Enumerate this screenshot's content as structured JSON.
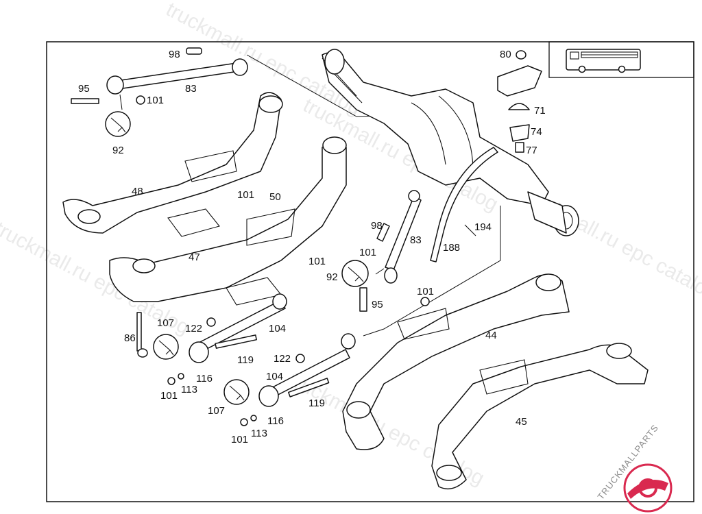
{
  "diagram": {
    "labels": {
      "l98a": "98",
      "l83a": "83",
      "l95a": "95",
      "l101a": "101",
      "l92a": "92",
      "l48": "48",
      "l101b": "101",
      "l50": "50",
      "l47": "47",
      "l101c": "101",
      "l80": "80",
      "l71": "71",
      "l74": "74",
      "l77": "77",
      "l194": "194",
      "l188": "188",
      "l98b": "98",
      "l83b": "83",
      "l101d": "101",
      "l92b": "92",
      "l95b": "95",
      "l101e": "101",
      "l44": "44",
      "l45": "45",
      "l107a": "107",
      "l122a": "122",
      "l104a": "104",
      "l86": "86",
      "l119a": "119",
      "l116a": "116",
      "l101f": "101",
      "l113a": "113",
      "l122b": "122",
      "l104b": "104",
      "l107b": "107",
      "l119b": "119",
      "l116b": "116",
      "l113b": "113",
      "l101g": "101"
    },
    "watermarks": [
      "truckmall.ru epc catalog",
      "truckmall.ru epc catalog",
      "truckmall.ru epc catalog",
      "truckmall.ru epc catalog",
      "truckmall.ru epc catalog"
    ],
    "brand": "TRUCKMALLPARTS",
    "brand_colors": {
      "logo": "#d9294f",
      "text": "#8a8a8a"
    }
  }
}
